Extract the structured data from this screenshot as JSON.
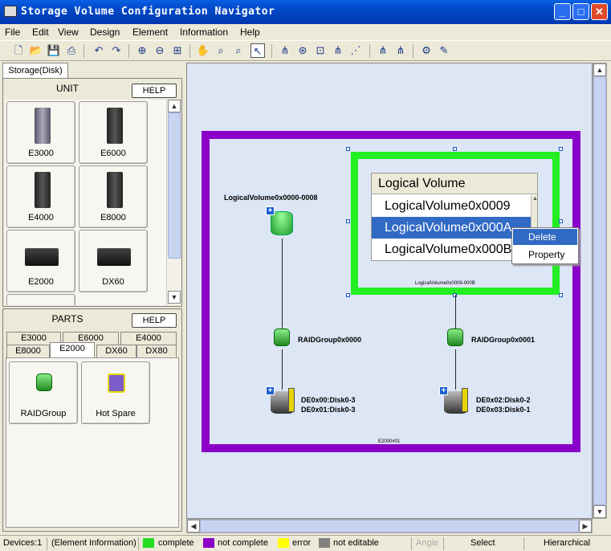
{
  "window": {
    "title": "Storage Volume Configuration Navigator"
  },
  "menu": [
    "File",
    "Edit",
    "View",
    "Design",
    "Element",
    "Information",
    "Help"
  ],
  "left": {
    "tab": "Storage(Disk)",
    "unit": {
      "header": "UNIT",
      "help": "HELP",
      "items": [
        "E3000",
        "E6000",
        "E4000",
        "E8000",
        "E2000",
        "DX60"
      ]
    },
    "parts": {
      "header": "PARTS",
      "help": "HELP",
      "tabs_row1": [
        "E3000",
        "E6000",
        "E4000"
      ],
      "tabs_row2": [
        "E8000",
        "E2000",
        "DX60",
        "DX80"
      ],
      "active_tab": "E2000",
      "items": [
        "RAIDGroup",
        "Hot Spare"
      ]
    }
  },
  "canvas": {
    "outer_label": "E2000#01",
    "group_label": "LogicalVolume0x0009-000B",
    "lv_left_label": "LogicalVolume0x0000-0008",
    "raid0": "RAIDGroup0x0000",
    "raid1": "RAIDGroup0x0001",
    "disk0_line1": "DE0x00:Disk0-3",
    "disk0_line2": "DE0x01:Disk0-3",
    "disk1_line1": "DE0x02:Disk0-2",
    "disk1_line2": "DE0x03:Disk0-1",
    "list": {
      "header": "Logical Volume",
      "items": [
        "LogicalVolume0x0009",
        "LogicalVolume0x000A",
        "LogicalVolume0x000B"
      ],
      "selected_index": 1
    },
    "context_menu": [
      "Delete",
      "Property"
    ],
    "colors": {
      "outer": "#8a00c8",
      "group": "#22ee22",
      "accent": "#316ac5"
    }
  },
  "status": {
    "devices": "Devices:1",
    "info": "(Element Information)",
    "legend": [
      {
        "label": "complete",
        "color": "#22dd22"
      },
      {
        "label": "not complete",
        "color": "#8a00c8"
      },
      {
        "label": "error",
        "color": "#ffff00"
      },
      {
        "label": "not editable",
        "color": "#808080"
      }
    ],
    "angle": "Angle",
    "select": "Select",
    "layout": "Hierarchical"
  }
}
